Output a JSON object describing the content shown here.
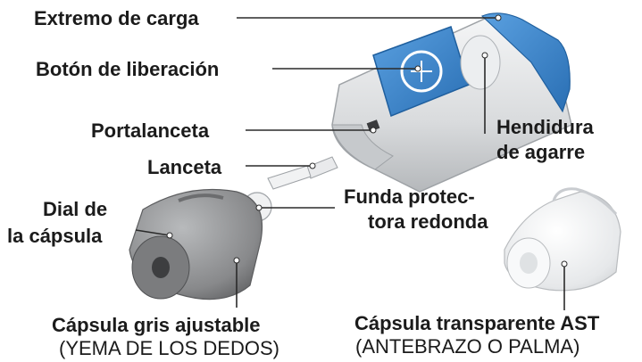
{
  "labels": {
    "loading_end": "Extremo de carga",
    "release_button": "Botón de liberación",
    "lancet_holder": "Portalanceta",
    "lancet": "Lanceta",
    "grip_slot_line1": "Hendidura",
    "grip_slot_line2": "de agarre",
    "cap_dial_line1": "Dial de",
    "cap_dial_line2": "la cápsula",
    "round_cover_line1": "Funda protec-",
    "round_cover_line2": "tora redonda",
    "gray_cap_title": "Cápsula gris ajustable",
    "gray_cap_sub": "(YEMA DE LOS DEDOS)",
    "clear_cap_title": "Cápsula transparente AST",
    "clear_cap_sub": "(ANTEBRAZO O PALMA)"
  },
  "colors": {
    "text": "#1b1b1b",
    "leader_line": "#2a2a2a",
    "device_blue": "#3b86cf",
    "device_blue_dark": "#1f5f9e",
    "device_gray": "#d8dadc",
    "cap_gray": "#8c8e90",
    "cap_clear": "#eef0f1"
  },
  "icons": {
    "device": "lancing-device",
    "logo": "bayer-cross-logo"
  }
}
